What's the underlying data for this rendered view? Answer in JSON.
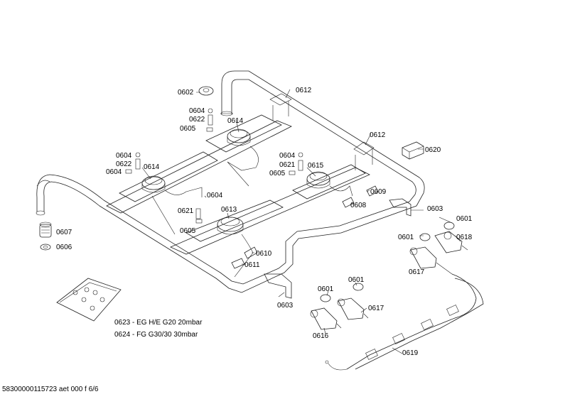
{
  "parts": {
    "p0602": "0602",
    "p0612a": "0612",
    "p0604a": "0604",
    "p0622a": "0622",
    "p0605a": "0605",
    "p0614a": "0614",
    "p0612b": "0612",
    "p0620": "0620",
    "p0604b": "0604",
    "p0622b": "0622",
    "p0604c": "0604",
    "p0614b": "0614",
    "p0604d": "0604",
    "p0621a": "0621",
    "p0605b": "0605",
    "p0615": "0615",
    "p0604e": "0604",
    "p0609": "0609",
    "p0608": "0608",
    "p0603a": "0603",
    "p0601a": "0601",
    "p0621b": "0621",
    "p0613": "0613",
    "p0605c": "0605",
    "p0607": "0607",
    "p0606": "0606",
    "p0601b": "0601",
    "p0618": "0618",
    "p0610": "0610",
    "p0611": "0611",
    "p0617a": "0617",
    "p0601c": "0601",
    "p0601d": "0601",
    "p0603b": "0603",
    "p0617b": "0617",
    "p0616": "0616",
    "p0619": "0619"
  },
  "notes": {
    "n0623": "0623 - EG H/E G20 20mbar",
    "n0624": "0624 - FG G30/30 30mbar"
  },
  "footer": "58300000115723 aet 000 f 6/6"
}
